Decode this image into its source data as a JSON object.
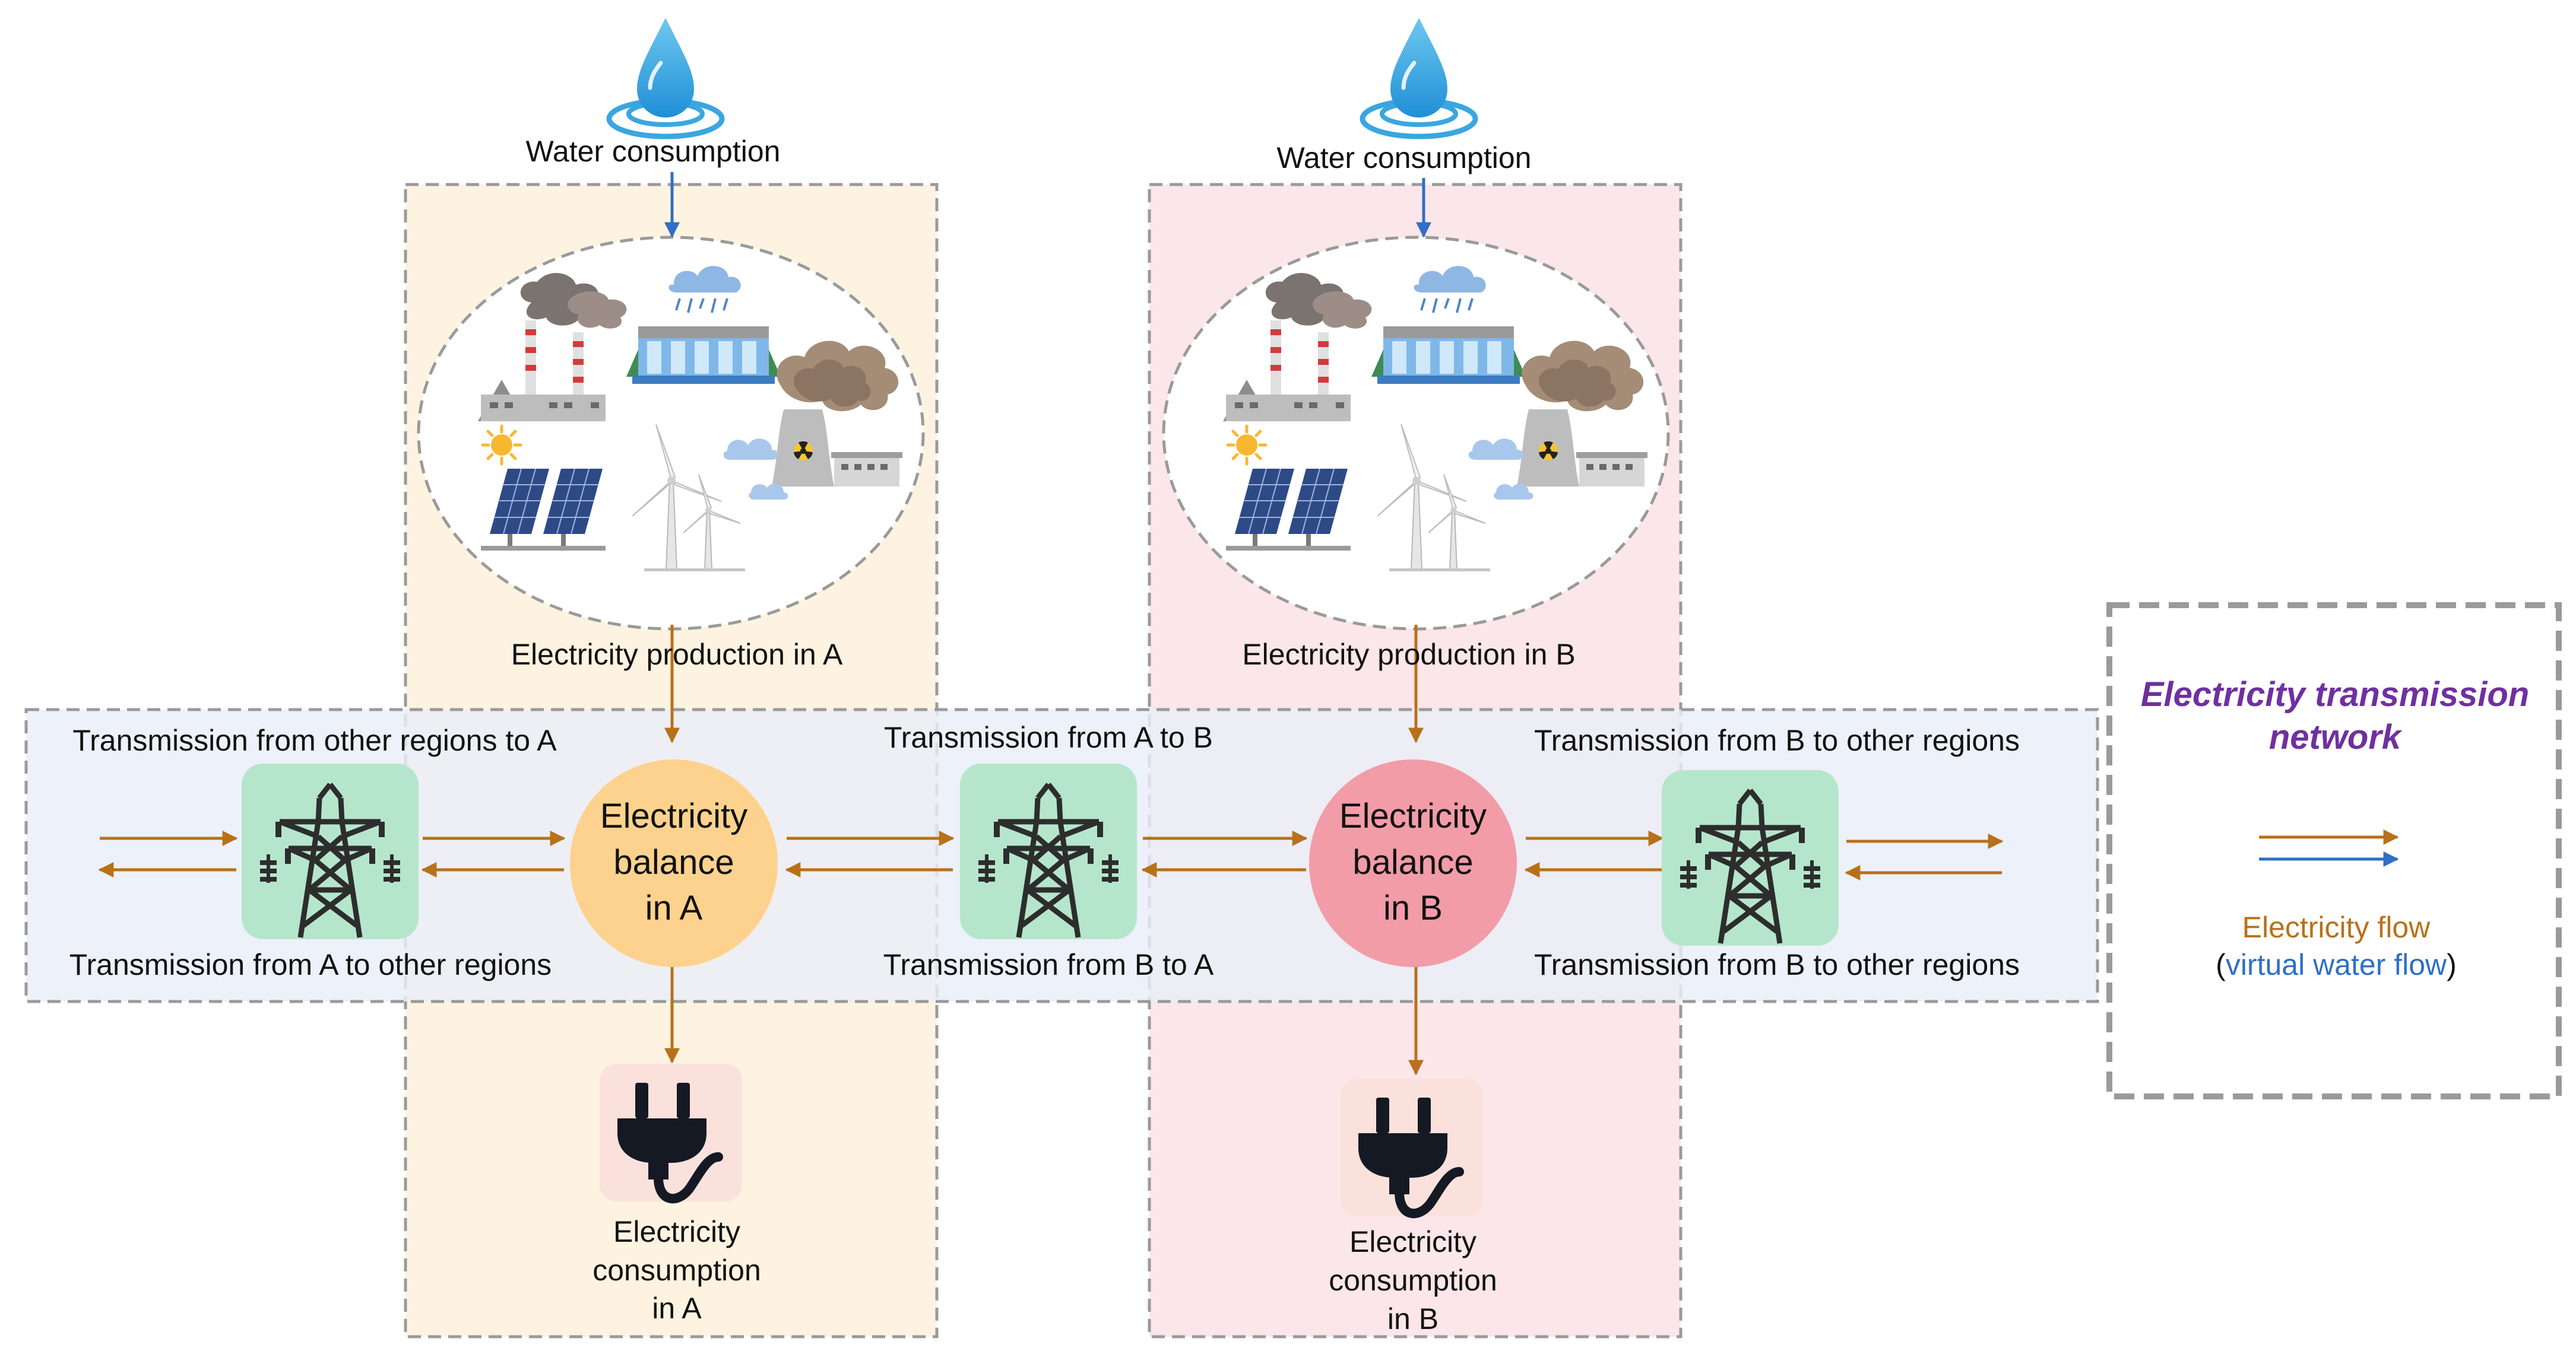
{
  "labels": {
    "water_a": "Water consumption",
    "water_b": "Water consumption",
    "production_a": "Electricity production in A",
    "production_b": "Electricity production in B",
    "trans_other_to_a": "Transmission from other regions to A",
    "trans_a_to_other": "Transmission from A to other regions",
    "trans_a_to_b": "Transmission from A to B",
    "trans_b_to_a": "Transmission from B to A",
    "trans_b_to_other_top": "Transmission from B to other regions",
    "trans_b_to_other_bottom": "Transmission from B to other regions",
    "balance_a": [
      "Electricity",
      "balance",
      "in A"
    ],
    "balance_b": [
      "Electricity",
      "balance",
      "in B"
    ],
    "consumption_a": [
      "Electricity",
      "consumption",
      "in A"
    ],
    "consumption_b": [
      "Electricity",
      "consumption",
      "in B"
    ]
  },
  "legend": {
    "title_line1": "Electricity transmission",
    "title_line2": "network",
    "electricity_flow": "Electricity flow",
    "paren_open": "(",
    "virtual_water_flow": "virtual water flow",
    "paren_close": ")"
  },
  "colors": {
    "electricity_flow": "#B8711A",
    "virtual_water_flow": "#2F6FC6",
    "region_a_fill": "#FDF3E0",
    "region_b_fill": "#FBE6EA",
    "network_band": "#E9EEF8",
    "balance_a": "#FDD28E",
    "balance_b": "#F29CA8",
    "tower_box": "#B5E6CC",
    "plug_box": "#FBE1DC",
    "legend_title": "#7030A0"
  },
  "icons": [
    "water-drop-icon",
    "coal-plant-icon",
    "hydro-dam-icon",
    "nuclear-plant-icon",
    "solar-panel-icon",
    "wind-turbine-icon",
    "transmission-tower-icon",
    "plug-icon"
  ]
}
